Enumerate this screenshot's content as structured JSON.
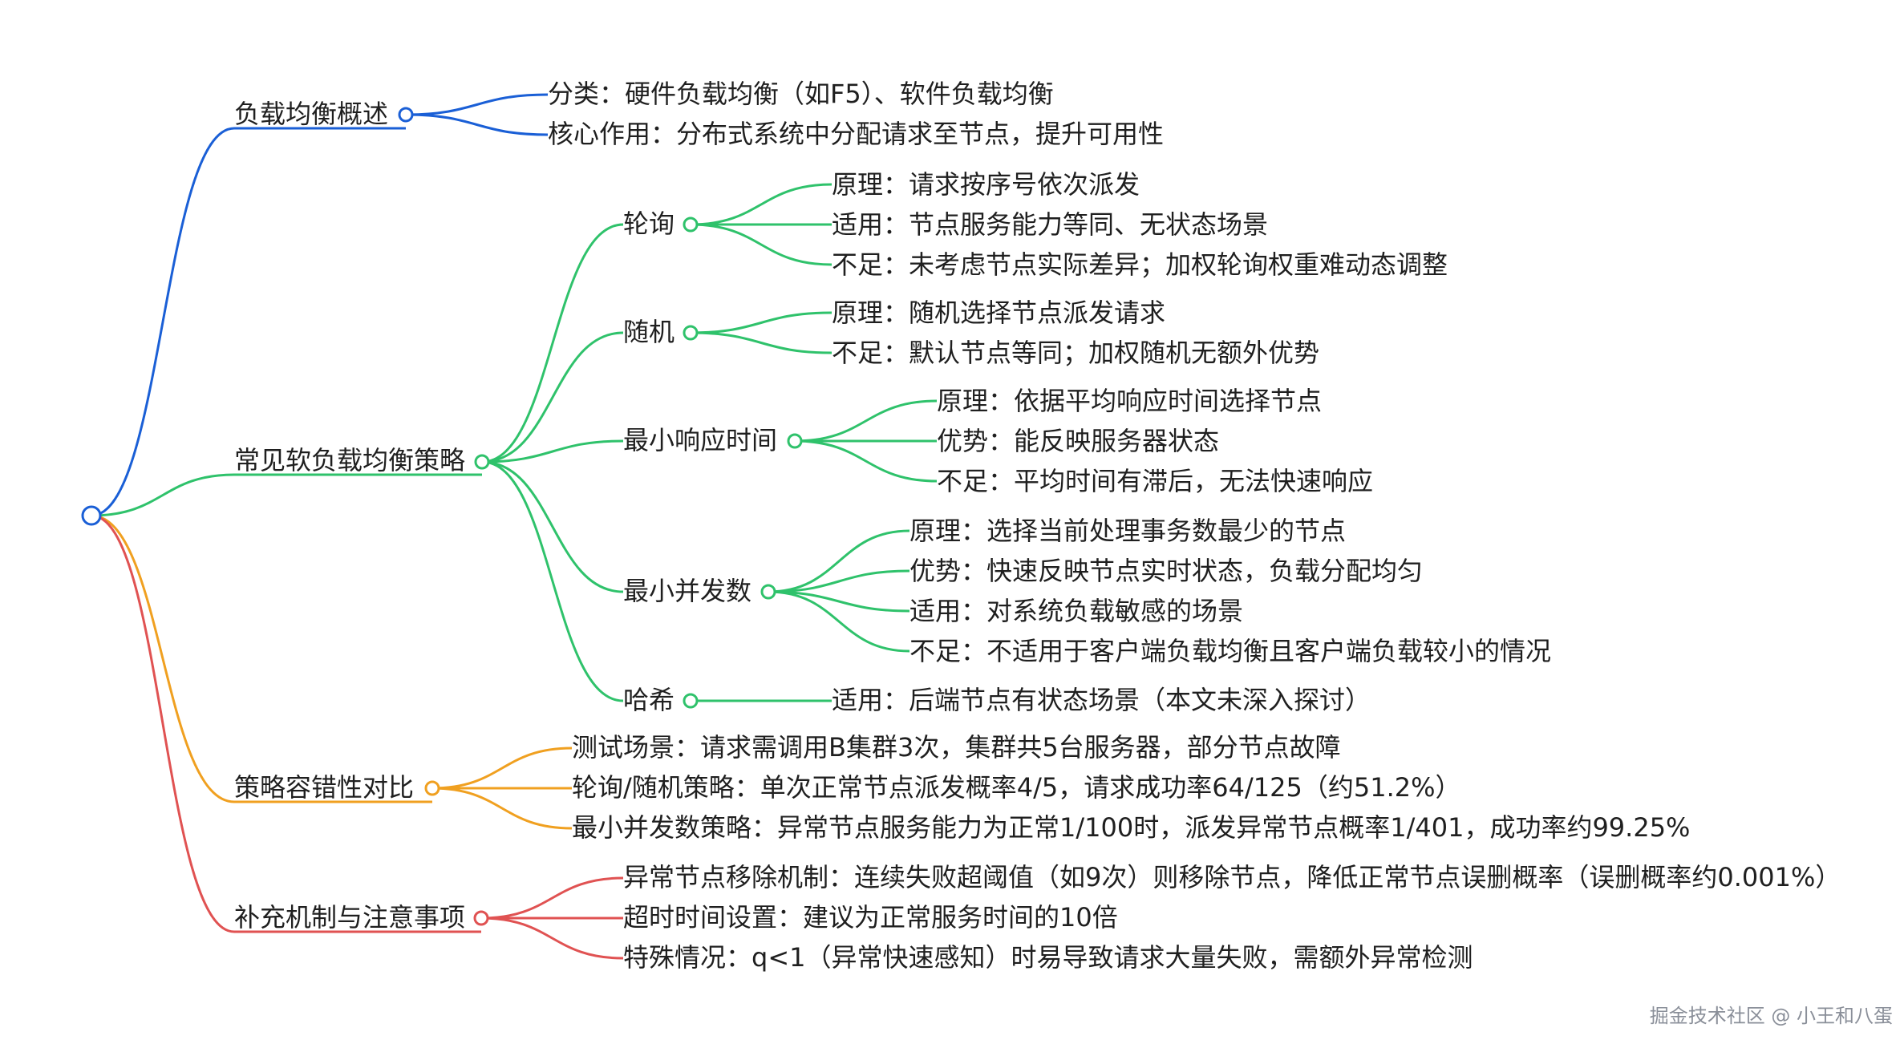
{
  "colors": {
    "blue": "#1a5fd6",
    "green": "#2fc26b",
    "orange": "#f0a020",
    "red": "#e05252"
  },
  "nodes": {
    "b1": "负载均衡概述",
    "b1c1": "分类：硬件负载均衡（如F5）、软件负载均衡",
    "b1c2": "核心作用：分布式系统中分配请求至节点，提升可用性",
    "b2": "常见软负载均衡策略",
    "s1": "轮询",
    "s1c1": "原理：请求按序号依次派发",
    "s1c2": "适用：节点服务能力等同、无状态场景",
    "s1c3": "不足：未考虑节点实际差异；加权轮询权重难动态调整",
    "s2": "随机",
    "s2c1": "原理：随机选择节点派发请求",
    "s2c2": "不足：默认节点等同；加权随机无额外优势",
    "s3": "最小响应时间",
    "s3c1": "原理：依据平均响应时间选择节点",
    "s3c2": "优势：能反映服务器状态",
    "s3c3": "不足：平均时间有滞后，无法快速响应",
    "s4": "最小并发数",
    "s4c1": "原理：选择当前处理事务数最少的节点",
    "s4c2": "优势：快速反映节点实时状态，负载分配均匀",
    "s4c3": "适用：对系统负载敏感的场景",
    "s4c4": "不足：不适用于客户端负载均衡且客户端负载较小的情况",
    "s5": "哈希",
    "s5c1": "适用：后端节点有状态场景（本文未深入探讨）",
    "b3": "策略容错性对比",
    "b3c1": "测试场景：请求需调用B集群3次，集群共5台服务器，部分节点故障",
    "b3c2": "轮询/随机策略：单次正常节点派发概率4/5，请求成功率64/125（约51.2%）",
    "b3c3": "最小并发数策略：异常节点服务能力为正常1/100时，派发异常节点概率1/401，成功率约99.25%",
    "b4": "补充机制与注意事项",
    "b4c1": "异常节点移除机制：连续失败超阈值（如9次）则移除节点，降低正常节点误删概率（误删概率约0.001%）",
    "b4c2": "超时时间设置：建议为正常服务时间的10倍",
    "b4c3": "特殊情况：q<1（异常快速感知）时易导致请求大量失败，需额外异常检测"
  },
  "watermark": "掘金技术社区 @ 小王和八蛋"
}
